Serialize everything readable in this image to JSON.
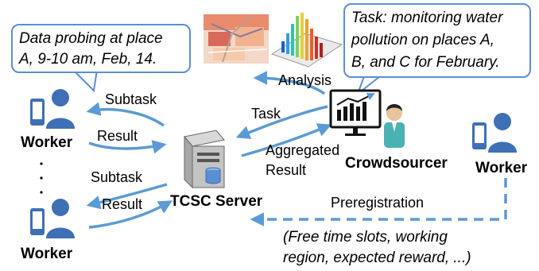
{
  "callouts": {
    "probing": [
      "Data probing at place",
      "A, 9-10 am, Feb, 14."
    ],
    "task": [
      "Task: monitoring water",
      "pollution on places A,",
      "B, and C for February."
    ]
  },
  "labels": {
    "analysis": "Analysis",
    "subtask_top": "Subtask",
    "result_top": "Result",
    "task": "Task",
    "aggregated_result": [
      "Aggregated",
      "Result"
    ],
    "subtask_bottom": "Subtask",
    "result_bottom": "Result",
    "preregistration": "Preregistration",
    "registration_details": [
      "(Free time slots, working",
      "region, expected reward, ...)"
    ]
  },
  "actors": {
    "worker_top": "Worker",
    "worker_bottom": "Worker",
    "worker_right": "Worker",
    "crowdsourcer": "Crowdsourcer",
    "server": "TCSC Server"
  },
  "icons": [
    "person-phone-icon",
    "server-icon",
    "crowdsourcer-icon",
    "monitor-chart-icon",
    "heat-map-icon",
    "3d-histogram-icon"
  ],
  "colors": {
    "arrow": "#5b9bd5",
    "accent": "#5b8ed4",
    "person": "#3f6fb5"
  }
}
